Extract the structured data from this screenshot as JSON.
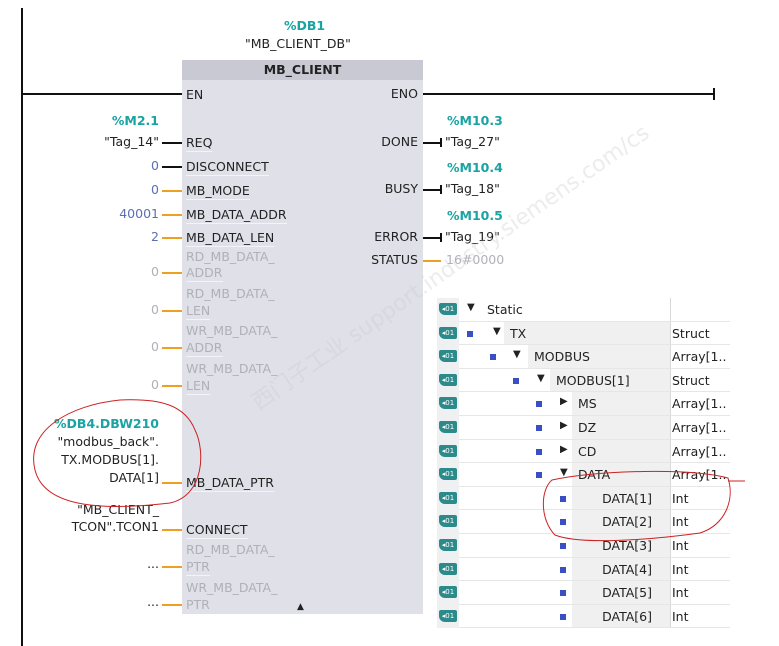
{
  "instance": {
    "db_address": "%DB1",
    "db_name": "\"MB_CLIENT_DB\""
  },
  "block": {
    "title": "MB_CLIENT",
    "inputs": {
      "en": "EN",
      "req": "REQ",
      "disconnect": "DISCONNECT",
      "mb_mode": "MB_MODE",
      "mb_data_addr": "MB_DATA_ADDR",
      "mb_data_len": "MB_DATA_LEN",
      "rd_addr_1": "RD_MB_DATA_",
      "rd_addr_2": "ADDR",
      "rd_len_1": "RD_MB_DATA_",
      "rd_len_2": "LEN",
      "wr_addr_1": "WR_MB_DATA_",
      "wr_addr_2": "ADDR",
      "wr_len_1": "WR_MB_DATA_",
      "wr_len_2": "LEN",
      "mb_data_ptr": "MB_DATA_PTR",
      "connect": "CONNECT",
      "rd_ptr_1": "RD_MB_DATA_",
      "rd_ptr_2": "PTR",
      "wr_ptr_1": "WR_MB_DATA_",
      "wr_ptr_2": "PTR"
    },
    "outputs": {
      "eno": "ENO",
      "done": "DONE",
      "busy": "BUSY",
      "error": "ERROR",
      "status": "STATUS"
    }
  },
  "input_values": {
    "req_addr": "%M2.1",
    "req_tag": "\"Tag_14\"",
    "disconnect": "0",
    "mb_mode": "0",
    "mb_data_addr": "40001",
    "mb_data_len": "2",
    "rd_addr": "0",
    "rd_len": "0",
    "wr_addr": "0",
    "wr_len": "0",
    "ptr_addr": "%DB4.DBW210",
    "ptr_line1": "\"modbus_back\".",
    "ptr_line2": "TX.MODBUS[1].",
    "ptr_line3": "DATA[1]",
    "connect_line1": "\"MB_CLIENT_",
    "connect_line2": "TCON\".TCON1",
    "rd_ptr": "...",
    "wr_ptr": "..."
  },
  "output_values": {
    "done_addr": "%M10.3",
    "done_tag": "\"Tag_27\"",
    "busy_addr": "%M10.4",
    "busy_tag": "\"Tag_18\"",
    "error_addr": "%M10.5",
    "error_tag": "\"Tag_19\"",
    "status": "16#0000"
  },
  "watermark": "西门子工业 support.industry.siemens.com/cs",
  "tree": [
    {
      "name": "Static",
      "type": "",
      "level": 0,
      "expander": "down",
      "square": false
    },
    {
      "name": "TX",
      "type": "Struct",
      "level": 1,
      "expander": "down",
      "square": true
    },
    {
      "name": "MODBUS",
      "type": "Array[1..",
      "level": 2,
      "expander": "down",
      "square": true
    },
    {
      "name": "MODBUS[1]",
      "type": "Struct",
      "level": 3,
      "expander": "down",
      "square": true
    },
    {
      "name": "MS",
      "type": "Array[1..",
      "level": 4,
      "expander": "right",
      "square": true
    },
    {
      "name": "DZ",
      "type": "Array[1..",
      "level": 4,
      "expander": "right",
      "square": true
    },
    {
      "name": "CD",
      "type": "Array[1..",
      "level": 4,
      "expander": "right",
      "square": true
    },
    {
      "name": "DATA",
      "type": "Array[1..",
      "level": 4,
      "expander": "down",
      "square": true
    },
    {
      "name": "DATA[1]",
      "type": "Int",
      "level": 5,
      "expander": "none",
      "square": true
    },
    {
      "name": "DATA[2]",
      "type": "Int",
      "level": 5,
      "expander": "none",
      "square": true
    },
    {
      "name": "DATA[3]",
      "type": "Int",
      "level": 5,
      "expander": "none",
      "square": true
    },
    {
      "name": "DATA[4]",
      "type": "Int",
      "level": 5,
      "expander": "none",
      "square": true
    },
    {
      "name": "DATA[5]",
      "type": "Int",
      "level": 5,
      "expander": "none",
      "square": true
    },
    {
      "name": "DATA[6]",
      "type": "Int",
      "level": 5,
      "expander": "none",
      "square": true
    }
  ],
  "colors": {
    "address": "#1aa3a3",
    "constant": "#5a6fb5",
    "wire_orange": "#f0a020",
    "annotation": "#cc2222",
    "block": "#dfe0e8"
  }
}
